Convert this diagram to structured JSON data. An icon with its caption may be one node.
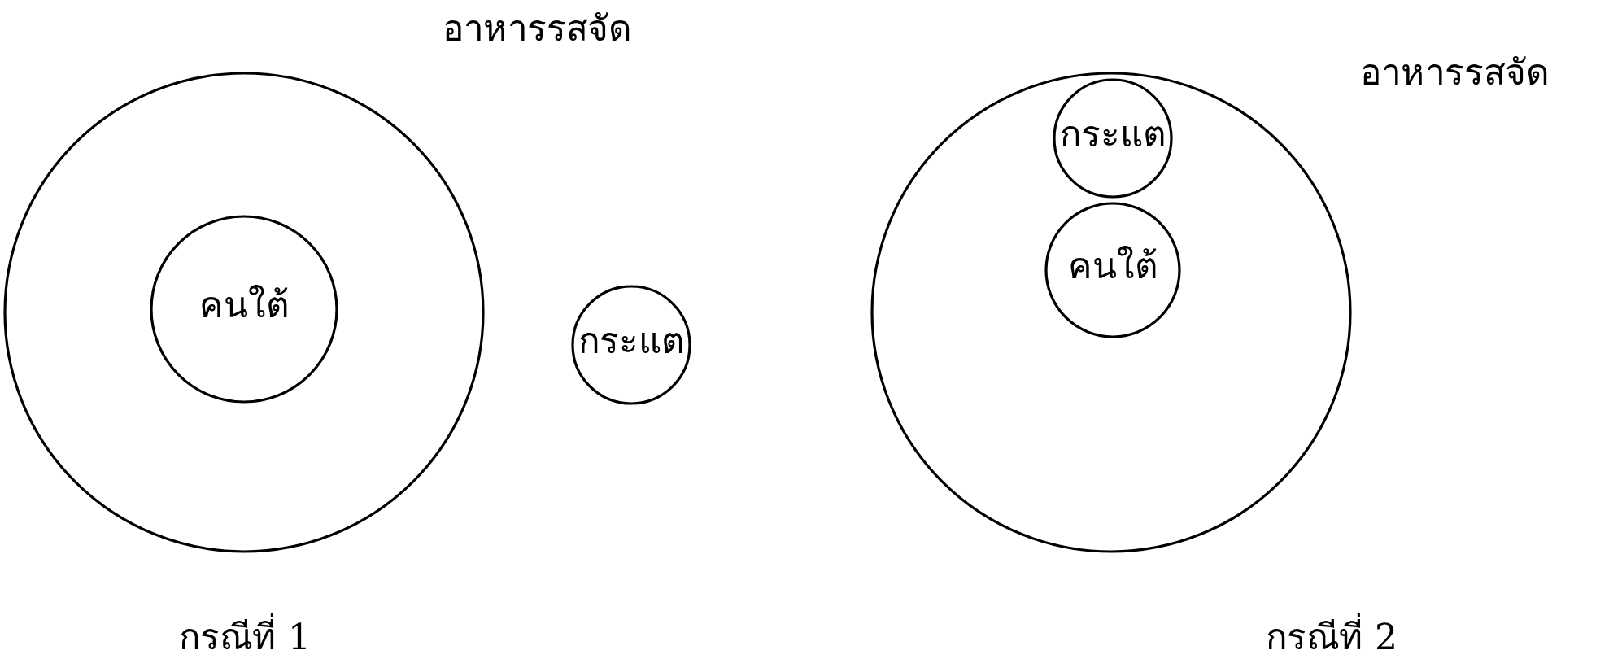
{
  "diagram": {
    "nodes": [
      {
        "text": [
          "อาหารรสจัด"
        ]
      },
      {
        "text": [
          "คนใต้"
        ],
        "in": 0
      },
      {
        "text": [
          "กระแต"
        ]
      },
      {
        "text": [
          "อาหารรสจัด"
        ]
      },
      {
        "text": [
          "กระแต"
        ],
        "in": 3
      },
      {
        "text": [
          "คนใต้"
        ],
        "in": 3
      }
    ],
    "labels": [
      "กรณีที่ 1",
      "กรณีที่ 2"
    ]
  }
}
